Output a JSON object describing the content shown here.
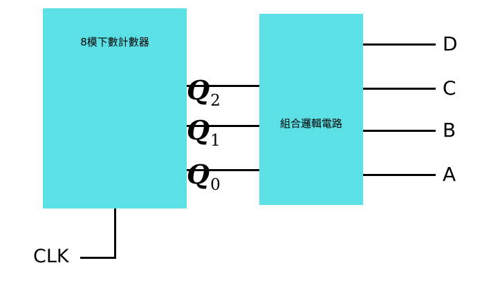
{
  "diagram": {
    "colors": {
      "block_fill": "#5BE0E6",
      "wire": "#000000",
      "background": "#ffffff",
      "text": "#000000"
    },
    "blocks": [
      {
        "id": "counter",
        "title": "8模下數計數器"
      },
      {
        "id": "logic",
        "title": "組合邏輯電路"
      }
    ],
    "counter_outputs": [
      {
        "base": "Q",
        "sub": "2"
      },
      {
        "base": "Q",
        "sub": "1"
      },
      {
        "base": "Q",
        "sub": "0"
      }
    ],
    "logic_outputs": [
      {
        "label": "D"
      },
      {
        "label": "C"
      },
      {
        "label": "B"
      },
      {
        "label": "A"
      }
    ],
    "clock": {
      "label": "CLK"
    }
  }
}
